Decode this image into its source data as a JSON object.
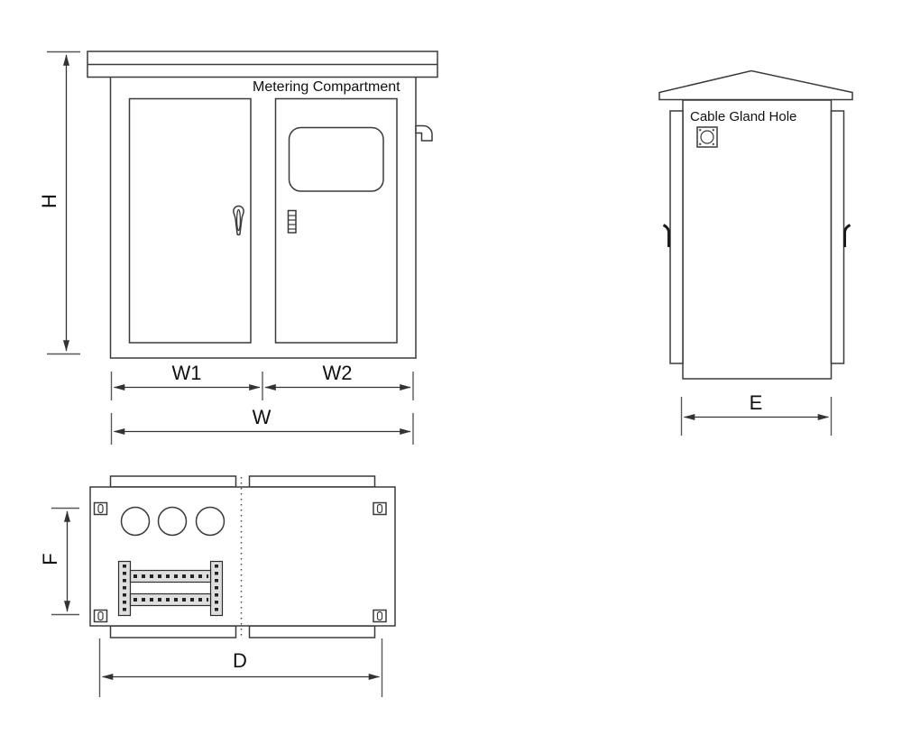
{
  "colors": {
    "background": "#ffffff",
    "line": "#3a3a3a",
    "text": "#111111",
    "rail_fill": "#dedede"
  },
  "front_view": {
    "label": "Metering Compartment",
    "dim_h": "H",
    "dim_w1": "W1",
    "dim_w2": "W2",
    "dim_w": "W"
  },
  "side_view": {
    "label": "Cable Gland Hole",
    "dim_e": "E"
  },
  "bottom_view": {
    "dim_f": "F",
    "dim_d": "D"
  }
}
